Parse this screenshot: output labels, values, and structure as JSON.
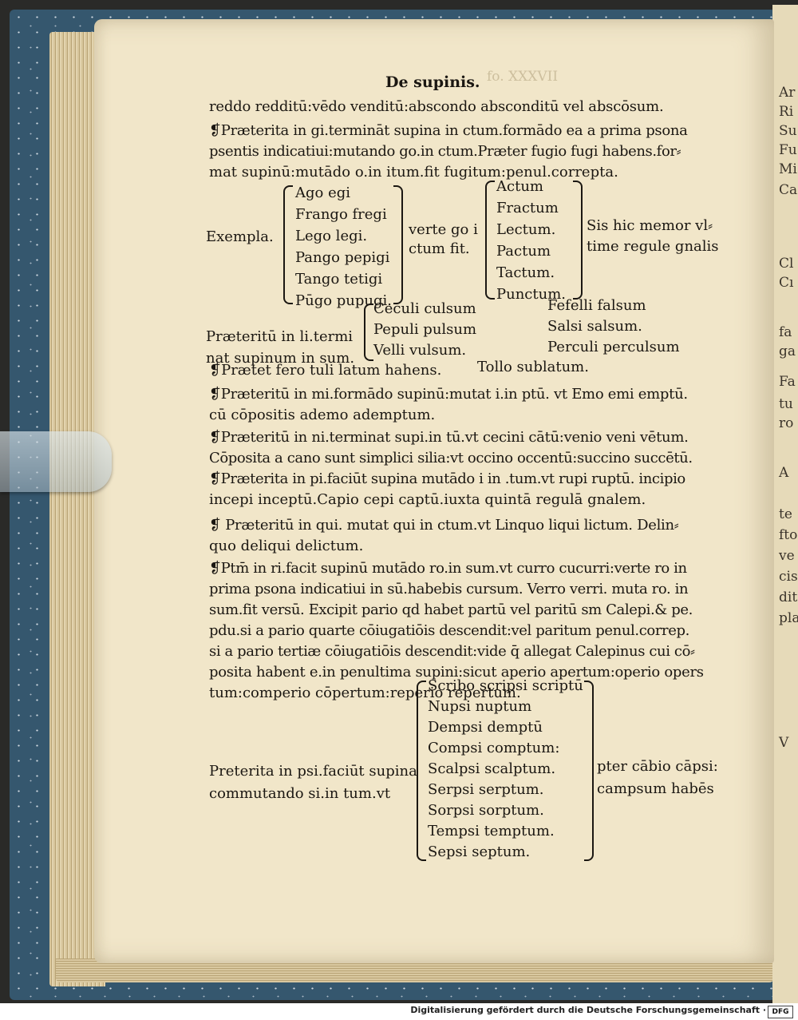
{
  "page": {
    "running_head": "De supinis.",
    "folio": "fo. XXXVII",
    "lines": [
      "reddo redditū:vēdo venditū:abscondo absconditū vel abscōsum.",
      "❡Præterita in gi.termināt supina in ctum.formādo ea a prima psona",
      "psentis indicatiui:mutando go.in ctum.Præter fugio fugi habens.for⸗",
      "mat supinū:mutādo o.in itum.fit fugitum:penul.correpta."
    ],
    "exempla": {
      "label": "Exempla.",
      "col1": [
        "Ago egi",
        "Frango fregi",
        "Lego legi.",
        "Pango pepigi",
        "Tango tetigi",
        "Pūgo pupugi."
      ],
      "mid": [
        "verte go i",
        "ctum fit."
      ],
      "col2": [
        "Actum",
        "Fractum",
        "Lectum.",
        "Pactum",
        "Tactum.",
        "Punctum."
      ],
      "note": [
        "Sis hic memor vl⸗",
        "time regule gnalis"
      ]
    },
    "li_block": {
      "label": [
        "Præteritū in li.termi",
        "nat supinum in sum."
      ],
      "col1": [
        "Ceculi culsum",
        "Pepuli pulsum",
        "Velli vulsum."
      ],
      "col2": [
        "Fefelli falsum",
        "Salsi salsum.",
        "Perculi perculsum"
      ]
    },
    "lines2": [
      "❡Prætet fero tuli latum hahens.",
      "Tollo sublatum.",
      "❡Præteritū in mi.formādo supinū:mutat i.in ptū. vt Emo emi emptū.",
      "cū cōpositis ademo ademptum.",
      "❡Præteritū in ni.terminat supi.in tū.vt cecini cātū:venio veni vētum.",
      "Cōposita a cano sunt simplici silia:vt occino occentū:succino succētū.",
      "❡Præterita in pi.faciūt supina mutādo i in .tum.vt rupi ruptū. incipio",
      "incepi inceptū.Capio cepi captū.iuxta quintā regulā gnalem.",
      "❡ Præteritū in qui. mutat qui in ctum.vt Linquo liqui lictum. Delin⸗",
      "quo deliqui delictum.",
      "❡Ptm̄ in ri.facit supinū mutādo ro.in sum.vt curro cucurri:verte ro in",
      "prima psona indicatiui in sū.habebis cursum. Verro verri. muta ro. in",
      "sum.fit versū. Excipit pario qd habet partū vel paritū sm Calepi.& pe.",
      "pdu.si a pario quarte cōiugatiōis descendit:vel paritum penul.correp.",
      "si a pario tertiæ cōiugatiōis descendit:vide q̄ allegat Calepinus cui cō⸗",
      "posita habent e.in penultima supini:sicut aperio apertum:operio opers",
      "tum:comperio cōpertum:reperio repertum."
    ],
    "psi_block": {
      "label": [
        "Preterita in psi.faciūt supina",
        "commutando si.in tum.vt"
      ],
      "col": [
        "Scribo scripsi scriptū",
        "Nupsi nuptum",
        "Dempsi demptū",
        "Compsi comptum:",
        "Scalpsi scalptum.",
        "Serpsi serptum.",
        "Sorpsi sorptum.",
        "Tempsi temptum.",
        "Sepsi septum."
      ],
      "note": [
        "pter cābio cāpsi:",
        "campsum habēs"
      ]
    }
  },
  "facing_page": [
    "Ar",
    "Ri",
    "Su",
    "Fu",
    "Mi",
    "Ca",
    "Cl",
    "Cı",
    "fa",
    "ga",
    "Fa",
    "tu",
    "ro",
    "A",
    "te",
    "fto",
    "ve",
    "cis",
    "dit",
    "pla",
    "V"
  ],
  "footer": {
    "text": "Digitalisierung gefördert durch die Deutsche Forschungsgemeinschaft ·",
    "logo": "DFG"
  },
  "colors": {
    "paper": "#f1e6c9",
    "ink": "#1b1712",
    "cover": "#35576e"
  }
}
